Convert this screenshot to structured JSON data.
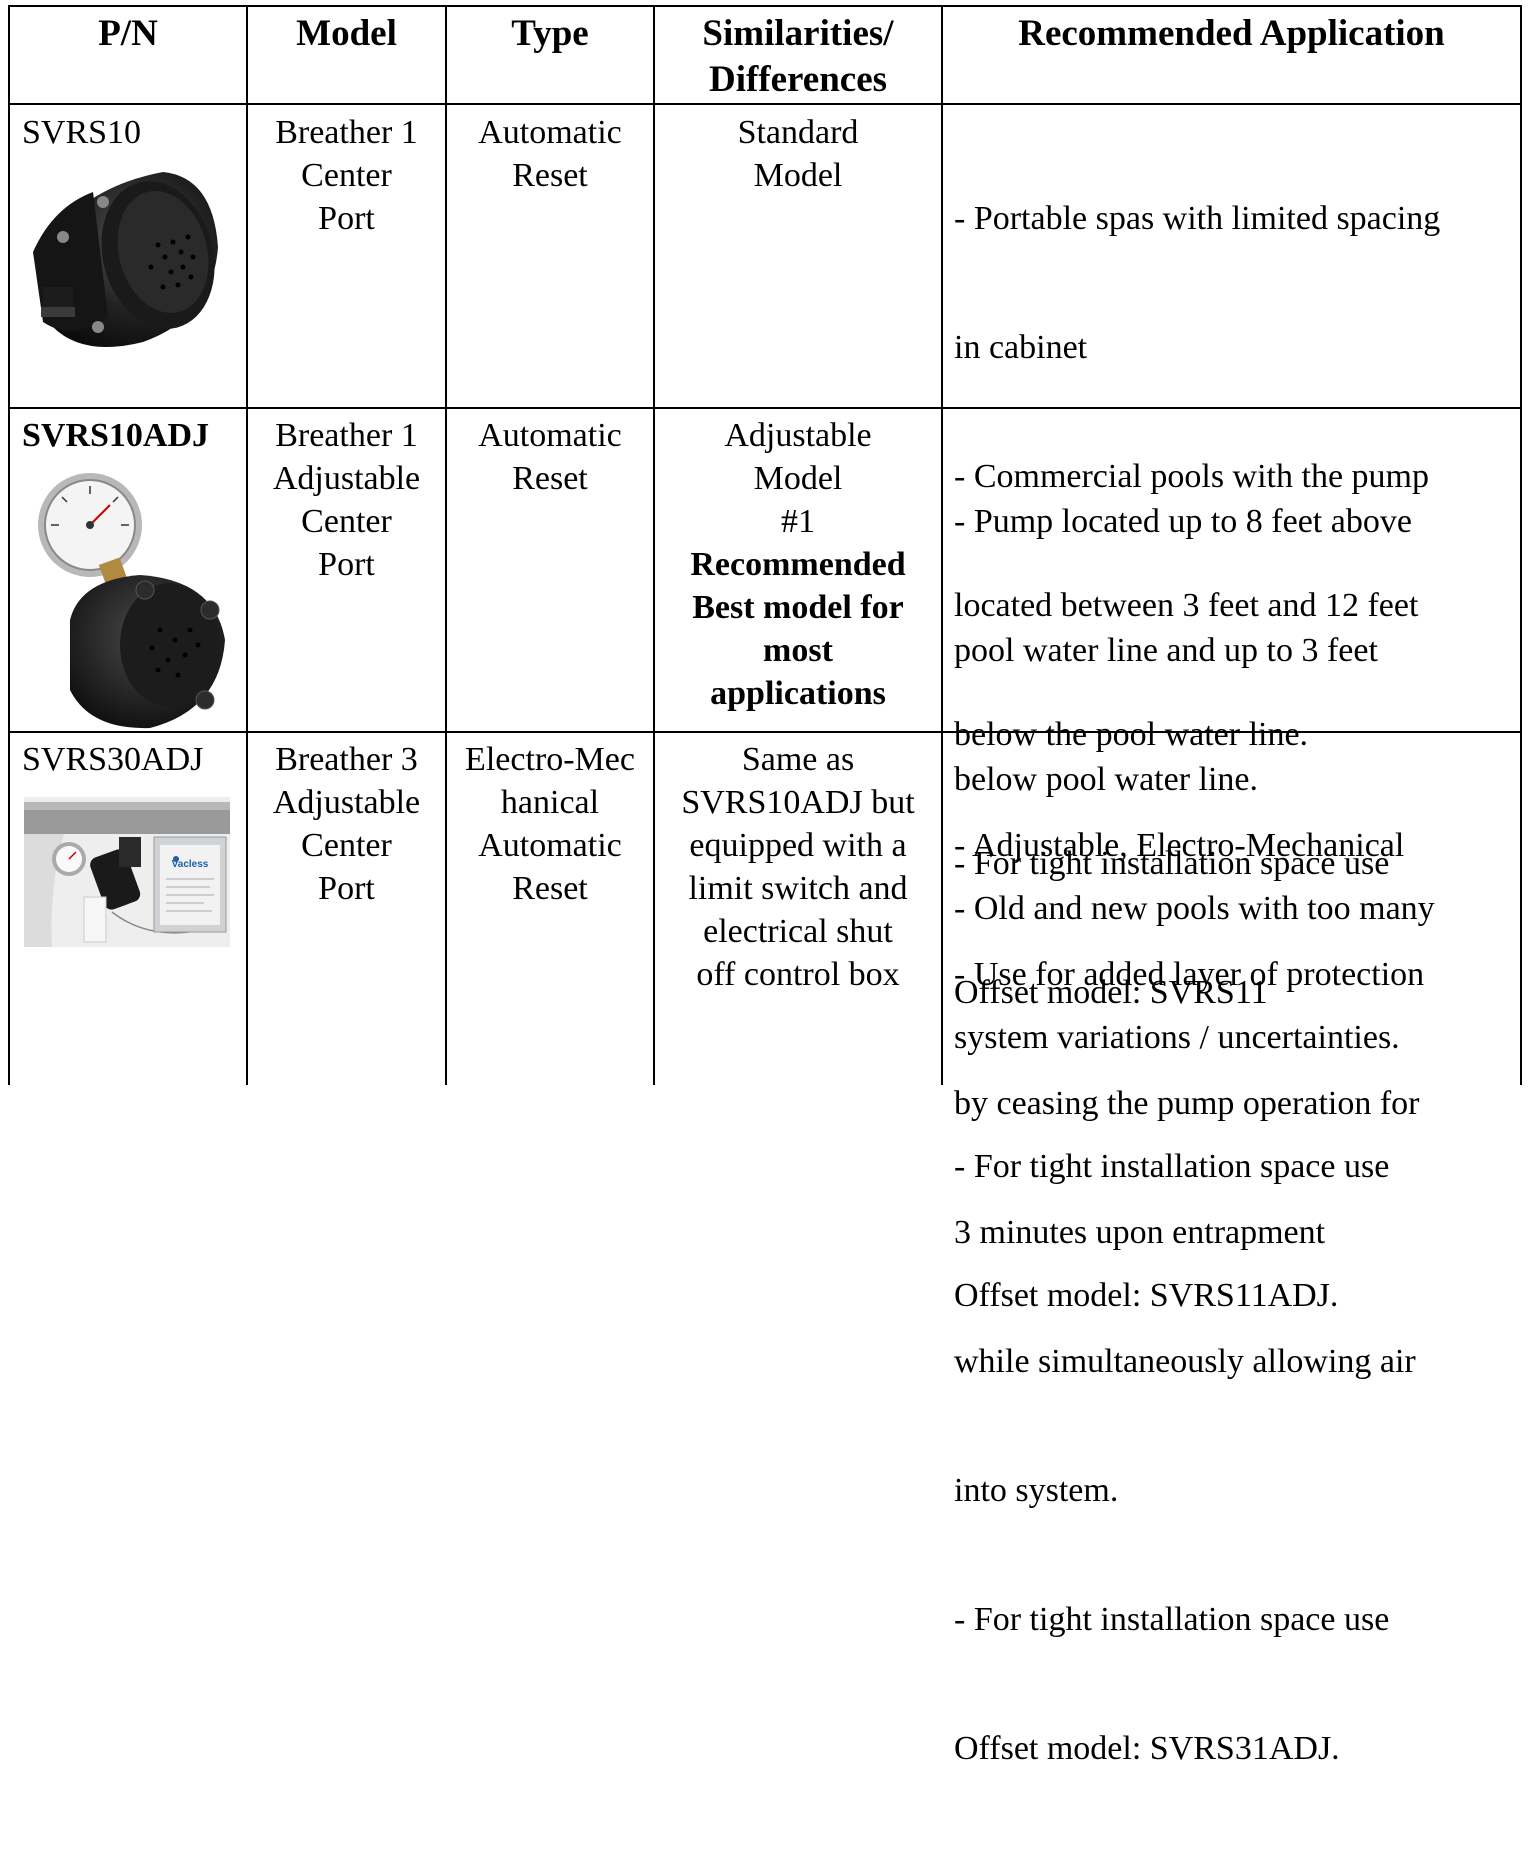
{
  "headers": [
    "P/N",
    "Model",
    "Type",
    "Similarities/\nDifferences",
    "Recommended Application"
  ],
  "rows": [
    {
      "pn": "SVRS10",
      "photo_icon": "black-cylindrical-breather-valve",
      "model_lines": [
        "Breather 1",
        "Center",
        "Port"
      ],
      "type_lines": [
        "Automatic",
        "Reset"
      ],
      "sim_lines": [
        "Standard",
        "Model"
      ],
      "sim_bold_lines": [],
      "app_lines": [
        "- Portable spas with limited spacing",
        "  in cabinet",
        "- Commercial pools with the pump",
        "  located between 3 feet and 12 feet",
        "  below the pool water line.",
        "- For tight installation space use",
        "  Offset model: SVRS11"
      ]
    },
    {
      "pn": "SVRS10ADJ",
      "photo_icon": "breather-valve-with-pressure-gauge",
      "model_lines": [
        "Breather 1",
        "Adjustable",
        "Center",
        "Port"
      ],
      "type_lines": [
        "Automatic",
        "Reset"
      ],
      "sim_lines": [
        "Adjustable",
        "Model",
        "#1"
      ],
      "sim_bold_lines": [
        "Recommended",
        "Best model for",
        "most",
        "applications"
      ],
      "app_lines": [
        "- Pump located up to 8 feet above",
        "  pool water line and up to 3 feet",
        "  below pool water line.",
        "- Old and new pools with too many",
        "  system variations / uncertainties.",
        "- For tight installation space use",
        "  Offset model: SVRS11ADJ."
      ]
    },
    {
      "pn": "SVRS30ADJ",
      "photo_icon": "valve-with-control-box-installation",
      "photo_brand": "Vacless",
      "model_lines": [
        "Breather 3",
        "Adjustable",
        "Center",
        "Port"
      ],
      "type_lines": [
        "Electro-Mec",
        "hanical",
        "Automatic",
        "Reset"
      ],
      "sim_lines": [
        "Same as",
        "SVRS10ADJ but",
        "equipped with a",
        "limit switch and",
        "electrical shut",
        "off control box"
      ],
      "sim_bold_lines": [],
      "app_lines": [
        "- Adjustable, Electro-Mechanical",
        "- Use for added layer of protection",
        "  by ceasing the pump operation for",
        "  3 minutes upon entrapment",
        "   while simultaneously allowing air",
        "   into system.",
        " - For tight installation space use",
        "   Offset model: SVRS31ADJ."
      ]
    }
  ]
}
